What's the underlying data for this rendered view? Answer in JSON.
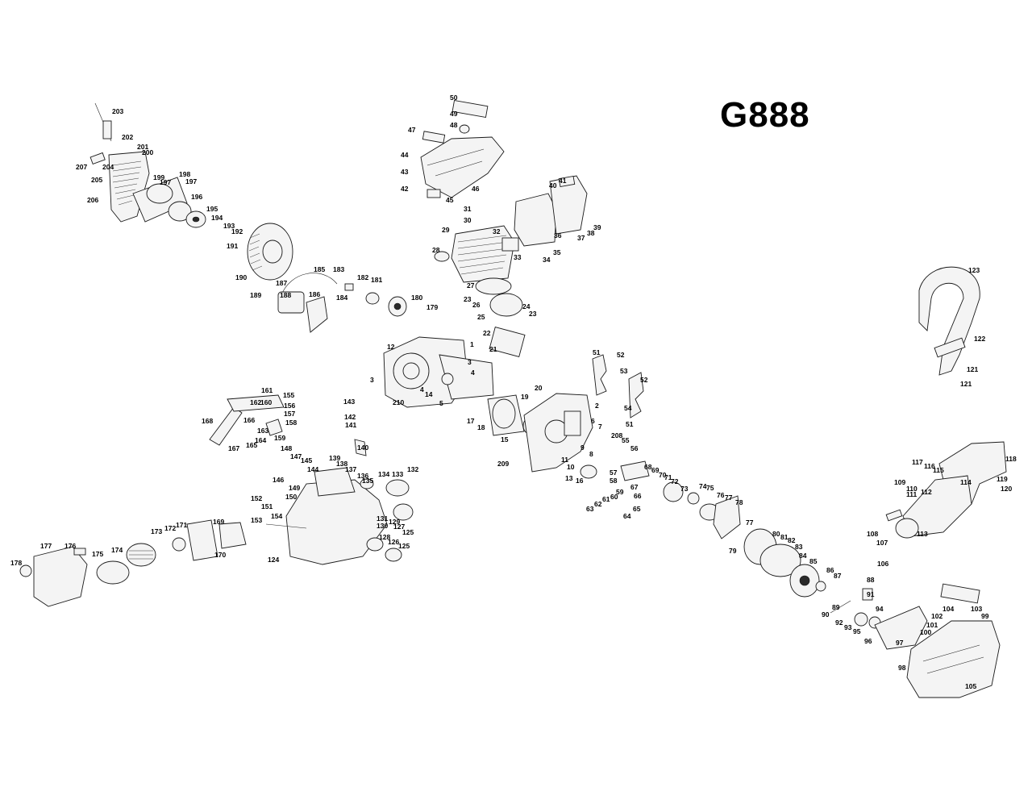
{
  "diagram": {
    "title": "G888",
    "part_labels": [
      "1",
      "2",
      "3",
      "4",
      "5",
      "6",
      "7",
      "8",
      "9",
      "10",
      "11",
      "12",
      "13",
      "14",
      "15",
      "16",
      "17",
      "18",
      "19",
      "20",
      "21",
      "22",
      "23",
      "24",
      "25",
      "26",
      "27",
      "28",
      "29",
      "30",
      "31",
      "32",
      "33",
      "34",
      "35",
      "36",
      "37",
      "38",
      "39",
      "40",
      "41",
      "42",
      "43",
      "44",
      "45",
      "46",
      "47",
      "48",
      "49",
      "50",
      "51",
      "52",
      "53",
      "54",
      "55",
      "56",
      "57",
      "58",
      "59",
      "60",
      "61",
      "62",
      "63",
      "64",
      "65",
      "66",
      "67",
      "68",
      "69",
      "70",
      "71",
      "72",
      "73",
      "74",
      "75",
      "76",
      "77",
      "78",
      "79",
      "80",
      "81",
      "82",
      "83",
      "84",
      "85",
      "86",
      "87",
      "88",
      "89",
      "90",
      "91",
      "92",
      "93",
      "94",
      "95",
      "96",
      "97",
      "98",
      "99",
      "100",
      "101",
      "102",
      "103",
      "104",
      "105",
      "106",
      "107",
      "108",
      "109",
      "110",
      "111",
      "112",
      "113",
      "114",
      "115",
      "116",
      "117",
      "118",
      "119",
      "120",
      "121",
      "122",
      "123",
      "124",
      "125",
      "126",
      "127",
      "128",
      "129",
      "130",
      "131",
      "132",
      "133",
      "134",
      "135",
      "136",
      "137",
      "138",
      "139",
      "140",
      "141",
      "142",
      "143",
      "144",
      "145",
      "146",
      "147",
      "148",
      "149",
      "150",
      "151",
      "152",
      "153",
      "154",
      "155",
      "156",
      "157",
      "158",
      "159",
      "160",
      "161",
      "162",
      "163",
      "164",
      "165",
      "166",
      "167",
      "168",
      "169",
      "170",
      "171",
      "172",
      "173",
      "174",
      "175",
      "176",
      "177",
      "178",
      "179",
      "180",
      "181",
      "182",
      "183",
      "184",
      "185",
      "186",
      "187",
      "188",
      "189",
      "190",
      "191",
      "192",
      "193",
      "194",
      "195",
      "196",
      "197",
      "198",
      "199",
      "200",
      "201",
      "202",
      "203",
      "204",
      "205",
      "206",
      "207",
      "208",
      "209",
      "210"
    ]
  }
}
